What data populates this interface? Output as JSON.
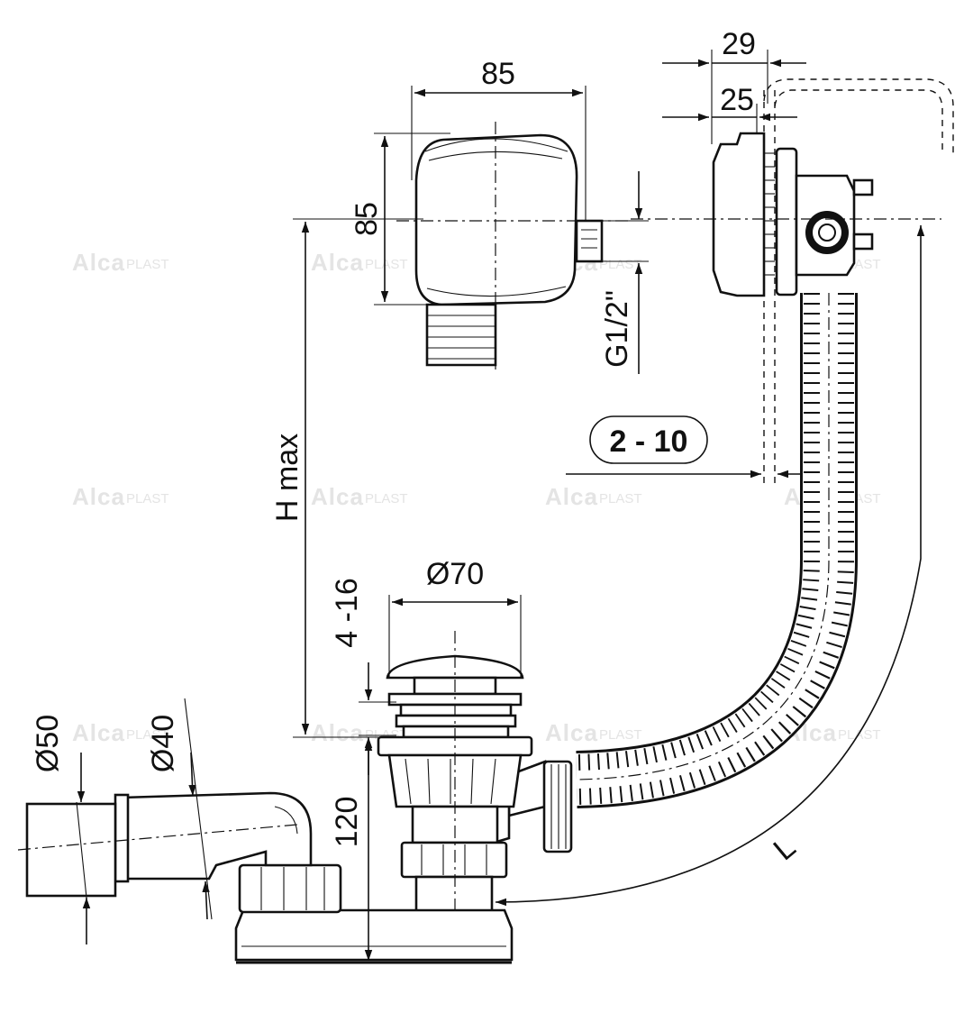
{
  "dimensions": {
    "overflow_width": "85",
    "overflow_height": "85",
    "thread": "G1/2\"",
    "outer_depth": "29",
    "inner_depth": "25",
    "wall_range": "2 - 10",
    "height_max": "H max",
    "cap_diameter": "Ø70",
    "cap_range": "4 -16",
    "trap_height": "120",
    "outlet_outer": "Ø50",
    "outlet_inner": "Ø40",
    "length": "L"
  },
  "watermark": {
    "brand": "Alca",
    "brand_suffix": "PLAST"
  },
  "colors": {
    "line": "#111111",
    "watermark": "#e4e4e4",
    "background": "#ffffff"
  }
}
